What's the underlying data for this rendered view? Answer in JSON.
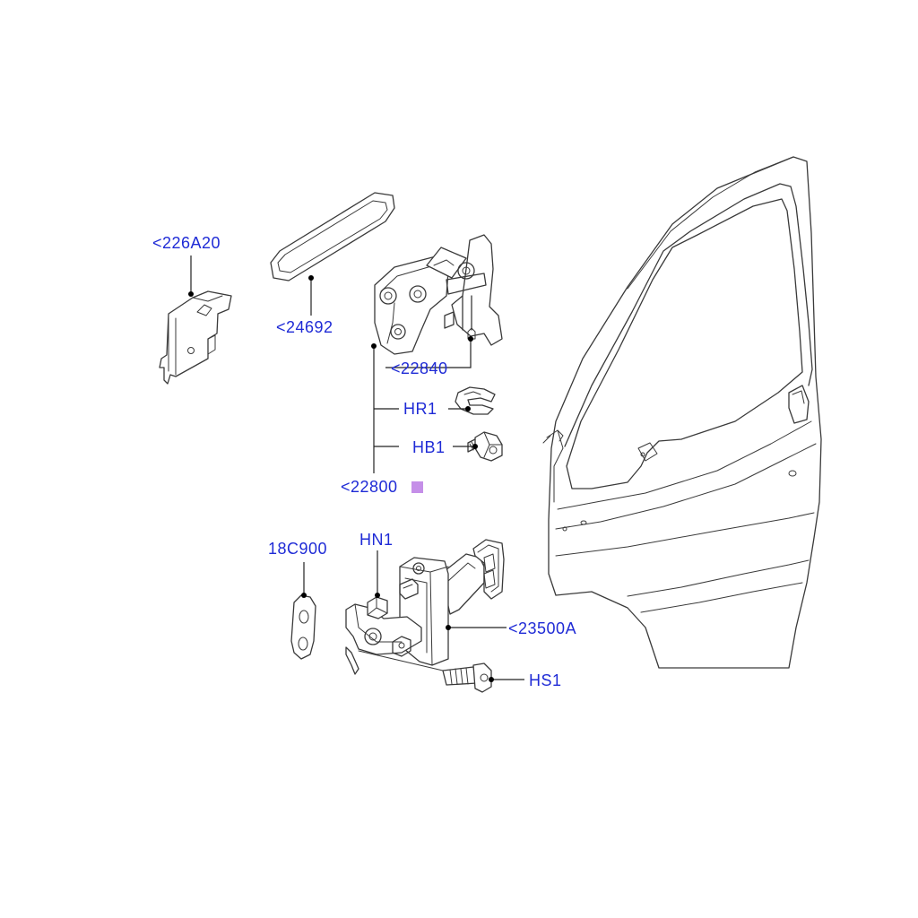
{
  "colors": {
    "callout_text": "#1f2bd6",
    "line_art": "#3a3a3a",
    "leader": "#222222",
    "marker": "#c58fe8"
  },
  "callouts": {
    "bracket_226A20": "<226A20",
    "pad_24692": "<24692",
    "hinge_22840": "<22840",
    "clip_HR1": "HR1",
    "bolt_HB1": "HB1",
    "hinge_assembly_22800": "<22800",
    "gasket_18C900": "18C900",
    "nut_HN1": "HN1",
    "check_arm_23500A": "<23500A",
    "screw_HS1": "HS1"
  }
}
